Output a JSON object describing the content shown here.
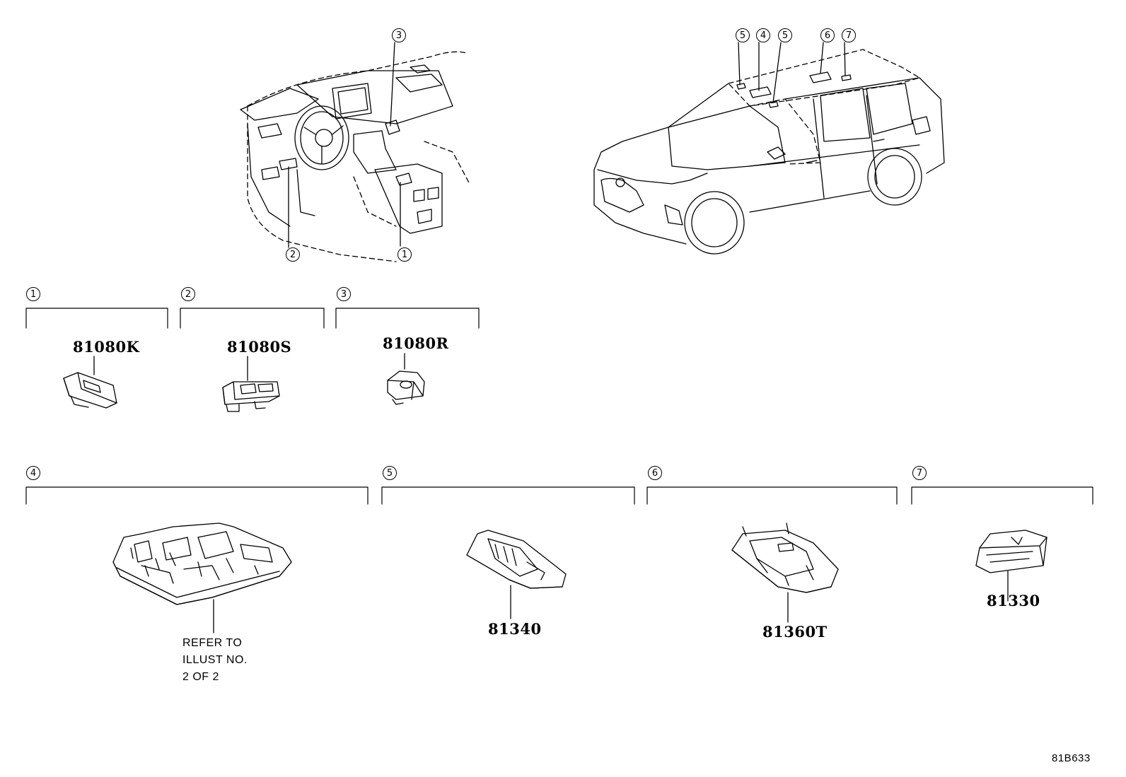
{
  "callouts": {
    "c1": "1",
    "c2": "2",
    "c3": "3",
    "c4": "4",
    "c5": "5",
    "c6": "6",
    "c7": "7"
  },
  "parts": [
    {
      "callout": "1",
      "part_no": "81080K"
    },
    {
      "callout": "2",
      "part_no": "81080S"
    },
    {
      "callout": "3",
      "part_no": "81080R"
    },
    {
      "callout": "4",
      "note": [
        "REFER TO",
        "ILLUST NO.",
        "2 OF 2"
      ]
    },
    {
      "callout": "5",
      "part_no": "81340"
    },
    {
      "callout": "6",
      "part_no": "81360T"
    },
    {
      "callout": "7",
      "part_no": "81330"
    }
  ],
  "illustration_id": "81B633"
}
